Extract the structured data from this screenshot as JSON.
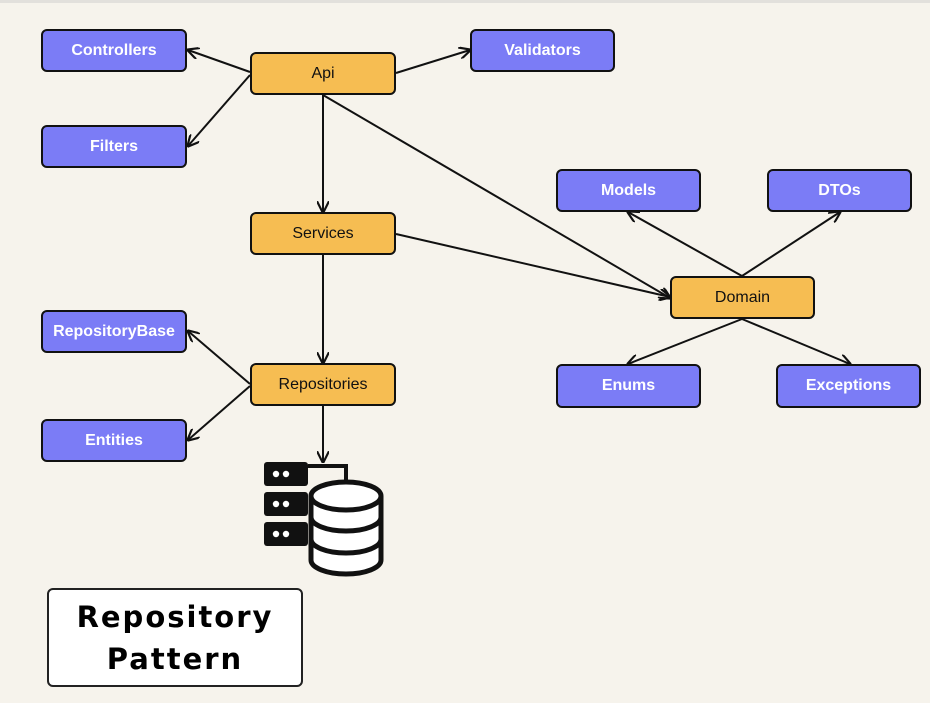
{
  "diagram": {
    "nodes": {
      "api": "Api",
      "services": "Services",
      "repositories": "Repositories",
      "domain": "Domain",
      "controllers": "Controllers",
      "filters": "Filters",
      "validators": "Validators",
      "repository_base": "RepositoryBase",
      "entities": "Entities",
      "models": "Models",
      "dtos": "DTOs",
      "enums": "Enums",
      "exceptions": "Exceptions"
    },
    "edges": [
      {
        "from": "Api",
        "to": "Controllers"
      },
      {
        "from": "Api",
        "to": "Filters"
      },
      {
        "from": "Api",
        "to": "Validators"
      },
      {
        "from": "Api",
        "to": "Services"
      },
      {
        "from": "Api",
        "to": "Domain"
      },
      {
        "from": "Services",
        "to": "Repositories"
      },
      {
        "from": "Services",
        "to": "Domain"
      },
      {
        "from": "Repositories",
        "to": "RepositoryBase"
      },
      {
        "from": "Repositories",
        "to": "Entities"
      },
      {
        "from": "Repositories",
        "to": "Database"
      },
      {
        "from": "Domain",
        "to": "Models"
      },
      {
        "from": "Domain",
        "to": "DTOs"
      },
      {
        "from": "Domain",
        "to": "Enums"
      },
      {
        "from": "Domain",
        "to": "Exceptions"
      }
    ],
    "icons": {
      "database": "database-server-icon"
    },
    "colors": {
      "primary_node": "#f6bd52",
      "secondary_node": "#7b7cf6",
      "background": "#f6f3ec"
    }
  },
  "title": {
    "line1": "Repository",
    "line2": "Pattern"
  }
}
